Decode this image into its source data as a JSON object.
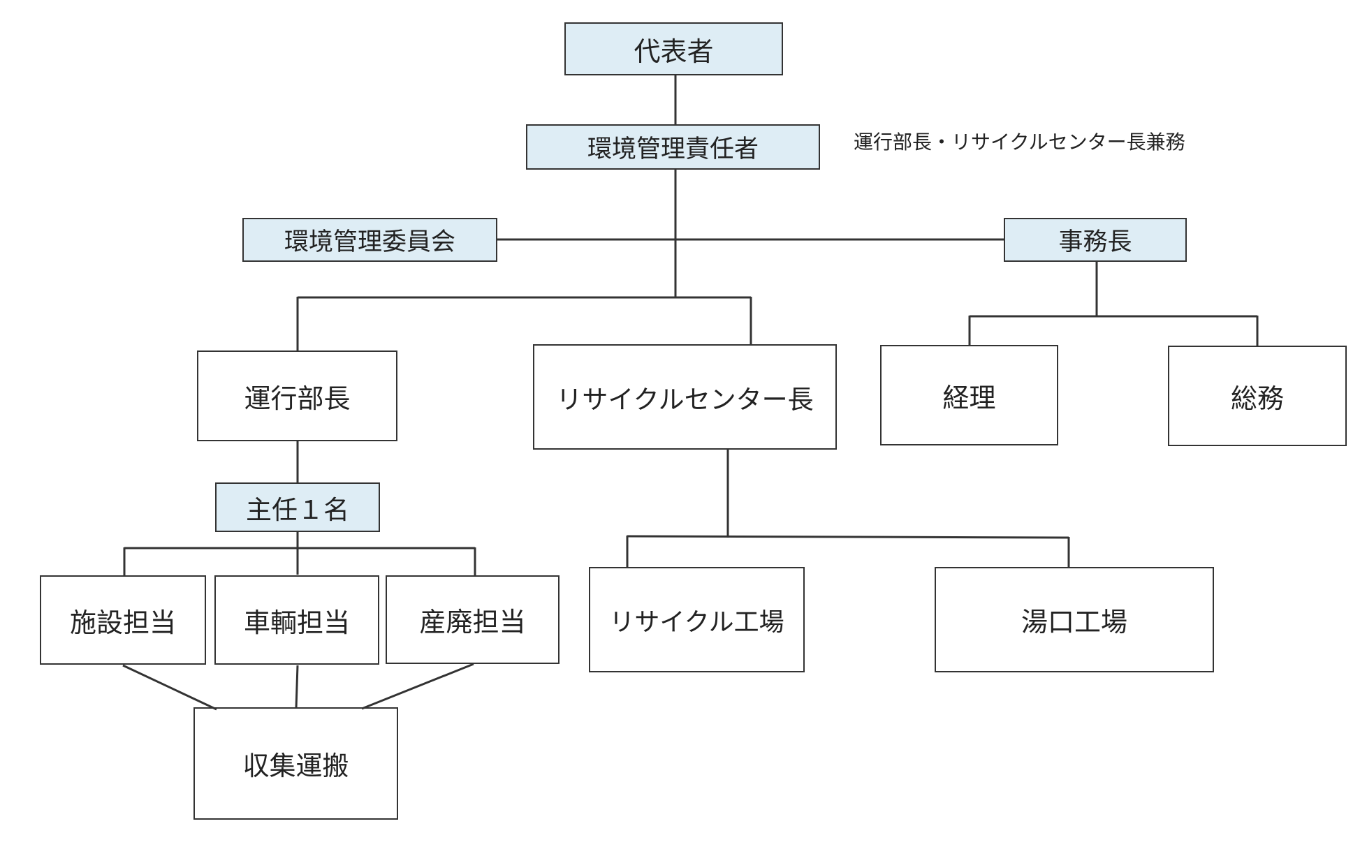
{
  "nodes": {
    "representative": "代表者",
    "env_manager": "環境管理責任者",
    "env_manager_note": "運行部長・リサイクルセンター長兼務",
    "env_committee": "環境管理委員会",
    "office_head": "事務長",
    "operations_head": "運行部長",
    "recycle_center_head": "リサイクルセンター長",
    "accounting": "経理",
    "general_affairs": "総務",
    "chief": "主任１名",
    "facility": "施設担当",
    "vehicle": "車輌担当",
    "industrial_waste": "産廃担当",
    "collection": "収集運搬",
    "recycle_plant": "リサイクル工場",
    "yuguchi_plant": "湯口工場"
  },
  "colors": {
    "highlight_fill": "#deedf5",
    "line": "#333333"
  }
}
